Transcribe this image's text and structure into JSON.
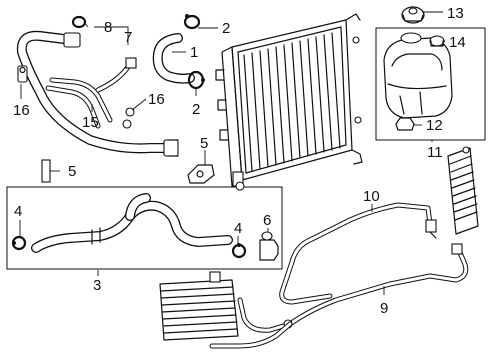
{
  "callouts": {
    "c1": "1",
    "c2a": "2",
    "c2b": "2",
    "c3": "3",
    "c4a": "4",
    "c4b": "4",
    "c5a": "5",
    "c5b": "5",
    "c6": "6",
    "c7": "7",
    "c8": "8",
    "c9": "9",
    "c10": "10",
    "c11": "11",
    "c12": "12",
    "c13": "13",
    "c14": "14",
    "c15": "15",
    "c16a": "16",
    "c16b": "16"
  }
}
